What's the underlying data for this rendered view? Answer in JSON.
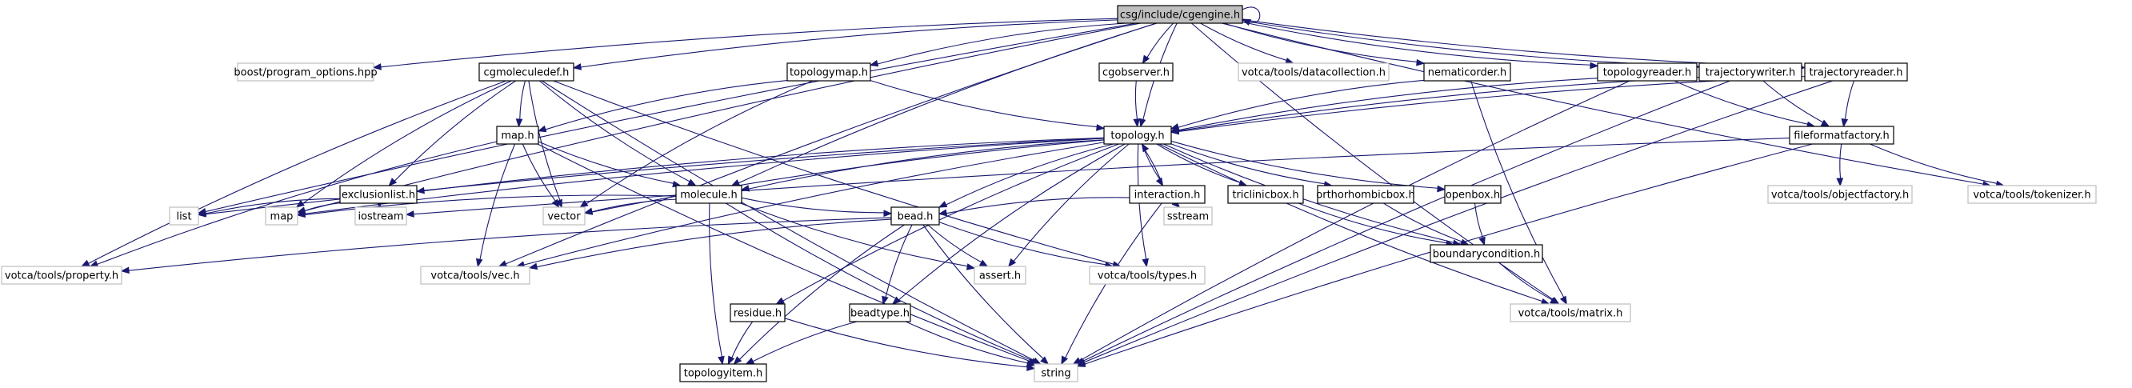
{
  "colors": {
    "edge": "#191970",
    "main_fill": "#bfbfbf",
    "internal_border": "#000000",
    "external_border": "#bfbfbf"
  },
  "nodes": {
    "cgengine": {
      "label": "csg/include/cgengine.h",
      "kind": "main"
    },
    "boost_po": {
      "label": "boost/program_options.hpp",
      "kind": "external"
    },
    "cgmoleculedef": {
      "label": "cgmoleculedef.h",
      "kind": "internal"
    },
    "topologymap": {
      "label": "topologymap.h",
      "kind": "internal"
    },
    "cgobserver": {
      "label": "cgobserver.h",
      "kind": "internal"
    },
    "datacollection": {
      "label": "votca/tools/datacollection.h",
      "kind": "external"
    },
    "nematicorder": {
      "label": "nematicorder.h",
      "kind": "internal"
    },
    "topologyreader": {
      "label": "topologyreader.h",
      "kind": "internal"
    },
    "trajectorywriter": {
      "label": "trajectorywriter.h",
      "kind": "internal"
    },
    "trajectoryreader": {
      "label": "trajectoryreader.h",
      "kind": "internal"
    },
    "map": {
      "label": "map.h",
      "kind": "internal"
    },
    "topology": {
      "label": "topology.h",
      "kind": "internal"
    },
    "fileformatfactory": {
      "label": "fileformatfactory.h",
      "kind": "internal"
    },
    "exclusionlist": {
      "label": "exclusionlist.h",
      "kind": "internal"
    },
    "molecule": {
      "label": "molecule.h",
      "kind": "internal"
    },
    "interaction": {
      "label": "interaction.h",
      "kind": "internal"
    },
    "triclinicbox": {
      "label": "triclinicbox.h",
      "kind": "internal"
    },
    "orthorhombicbox": {
      "label": "orthorhombicbox.h",
      "kind": "internal"
    },
    "openbox": {
      "label": "openbox.h",
      "kind": "internal"
    },
    "objectfactory": {
      "label": "votca/tools/objectfactory.h",
      "kind": "external"
    },
    "tokenizer": {
      "label": "votca/tools/tokenizer.h",
      "kind": "external"
    },
    "list": {
      "label": "list",
      "kind": "external"
    },
    "stdmap": {
      "label": "map",
      "kind": "external"
    },
    "iostream": {
      "label": "iostream",
      "kind": "external"
    },
    "vector": {
      "label": "vector",
      "kind": "external"
    },
    "bead": {
      "label": "bead.h",
      "kind": "internal"
    },
    "sstream": {
      "label": "sstream",
      "kind": "external"
    },
    "boundarycondition": {
      "label": "boundarycondition.h",
      "kind": "internal"
    },
    "property": {
      "label": "votca/tools/property.h",
      "kind": "external"
    },
    "vec": {
      "label": "votca/tools/vec.h",
      "kind": "external"
    },
    "residue": {
      "label": "residue.h",
      "kind": "internal"
    },
    "beadtype": {
      "label": "beadtype.h",
      "kind": "internal"
    },
    "assert": {
      "label": "assert.h",
      "kind": "external"
    },
    "types": {
      "label": "votca/tools/types.h",
      "kind": "external"
    },
    "matrix": {
      "label": "votca/tools/matrix.h",
      "kind": "external"
    },
    "topologyitem": {
      "label": "topologyitem.h",
      "kind": "internal"
    },
    "string": {
      "label": "string",
      "kind": "external"
    }
  },
  "edges": [
    [
      "cgengine",
      "boost_po"
    ],
    [
      "cgengine",
      "cgmoleculedef"
    ],
    [
      "cgengine",
      "topologymap"
    ],
    [
      "cgengine",
      "cgobserver"
    ],
    [
      "cgengine",
      "datacollection"
    ],
    [
      "cgengine",
      "nematicorder"
    ],
    [
      "cgengine",
      "topologyreader"
    ],
    [
      "cgengine",
      "trajectorywriter"
    ],
    [
      "cgengine",
      "trajectoryreader"
    ],
    [
      "cgengine",
      "list"
    ],
    [
      "cgengine",
      "stdmap"
    ],
    [
      "cgengine",
      "vec"
    ],
    [
      "cgengine",
      "molecule"
    ],
    [
      "cgengine",
      "topology"
    ],
    [
      "cgengine",
      "matrix"
    ],
    [
      "cgengine",
      "tokenizer"
    ],
    [
      "cgengine",
      "cgengine"
    ],
    [
      "cgmoleculedef",
      "map"
    ],
    [
      "cgmoleculedef",
      "exclusionlist"
    ],
    [
      "cgmoleculedef",
      "molecule"
    ],
    [
      "cgmoleculedef",
      "stdmap"
    ],
    [
      "cgmoleculedef",
      "vector"
    ],
    [
      "cgmoleculedef",
      "string"
    ],
    [
      "cgmoleculedef",
      "property"
    ],
    [
      "cgmoleculedef",
      "types"
    ],
    [
      "topologymap",
      "map"
    ],
    [
      "topologymap",
      "topology"
    ],
    [
      "topologymap",
      "vector"
    ],
    [
      "cgobserver",
      "topology"
    ],
    [
      "nematicorder",
      "topology"
    ],
    [
      "nematicorder",
      "matrix"
    ],
    [
      "topologyreader",
      "topology"
    ],
    [
      "topologyreader",
      "fileformatfactory"
    ],
    [
      "topologyreader",
      "string"
    ],
    [
      "trajectorywriter",
      "topology"
    ],
    [
      "trajectorywriter",
      "fileformatfactory"
    ],
    [
      "trajectorywriter",
      "string"
    ],
    [
      "trajectoryreader",
      "topology"
    ],
    [
      "trajectoryreader",
      "fileformatfactory"
    ],
    [
      "trajectoryreader",
      "string"
    ],
    [
      "map",
      "molecule"
    ],
    [
      "map",
      "vector"
    ],
    [
      "map",
      "vec"
    ],
    [
      "map",
      "property"
    ],
    [
      "map",
      "string"
    ],
    [
      "topology",
      "exclusionlist"
    ],
    [
      "topology",
      "molecule"
    ],
    [
      "topology",
      "interaction"
    ],
    [
      "topology",
      "triclinicbox"
    ],
    [
      "topology",
      "orthorhombicbox"
    ],
    [
      "topology",
      "openbox"
    ],
    [
      "topology",
      "boundarycondition"
    ],
    [
      "topology",
      "bead"
    ],
    [
      "topology",
      "residue"
    ],
    [
      "topology",
      "beadtype"
    ],
    [
      "topology",
      "assert"
    ],
    [
      "topology",
      "types"
    ],
    [
      "topology",
      "matrix"
    ],
    [
      "topology",
      "list"
    ],
    [
      "topology",
      "stdmap"
    ],
    [
      "topology",
      "vector"
    ],
    [
      "topology",
      "vec"
    ],
    [
      "fileformatfactory",
      "objectfactory"
    ],
    [
      "fileformatfactory",
      "tokenizer"
    ],
    [
      "fileformatfactory",
      "iostream"
    ],
    [
      "fileformatfactory",
      "string"
    ],
    [
      "exclusionlist",
      "list"
    ],
    [
      "exclusionlist",
      "stdmap"
    ],
    [
      "exclusionlist",
      "iostream"
    ],
    [
      "molecule",
      "bead"
    ],
    [
      "molecule",
      "vector"
    ],
    [
      "molecule",
      "stdmap"
    ],
    [
      "molecule",
      "assert"
    ],
    [
      "molecule",
      "string"
    ],
    [
      "molecule",
      "topologyitem"
    ],
    [
      "interaction",
      "bead"
    ],
    [
      "interaction",
      "sstream"
    ],
    [
      "interaction",
      "string"
    ],
    [
      "interaction",
      "topology"
    ],
    [
      "triclinicbox",
      "boundarycondition"
    ],
    [
      "orthorhombicbox",
      "boundarycondition"
    ],
    [
      "openbox",
      "boundarycondition"
    ],
    [
      "boundarycondition",
      "matrix"
    ],
    [
      "bead",
      "property"
    ],
    [
      "bead",
      "vec"
    ],
    [
      "bead",
      "beadtype"
    ],
    [
      "bead",
      "assert"
    ],
    [
      "bead",
      "types"
    ],
    [
      "bead",
      "topologyitem"
    ],
    [
      "bead",
      "string"
    ],
    [
      "residue",
      "topologyitem"
    ],
    [
      "residue",
      "string"
    ],
    [
      "beadtype",
      "topologyitem"
    ],
    [
      "beadtype",
      "string"
    ]
  ]
}
